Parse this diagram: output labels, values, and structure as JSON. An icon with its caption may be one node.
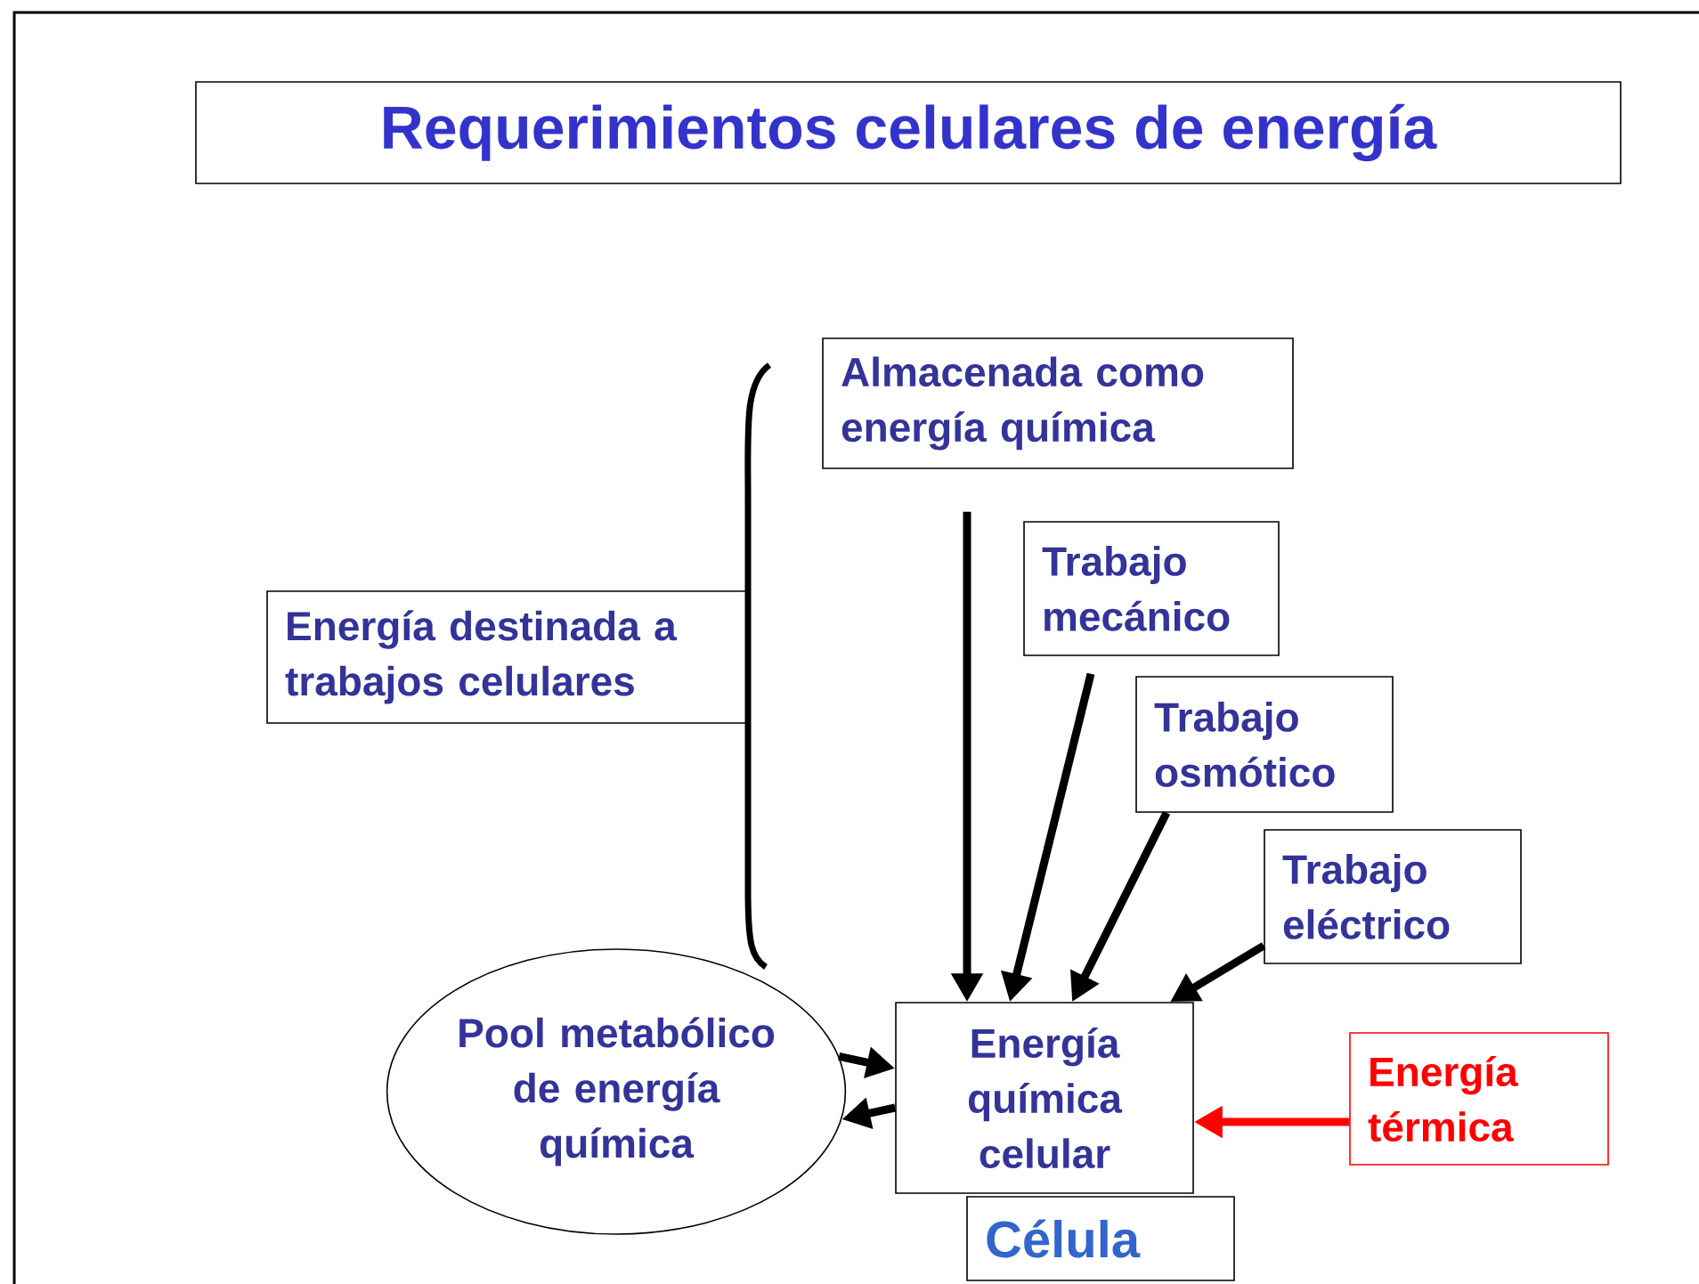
{
  "diagram": {
    "title": "Requerimientos celulares de energía",
    "nodes": [
      {
        "text": [
          "Energía destinada a trabajos celulares"
        ]
      },
      {
        "text": [
          "Almacenada como energía química"
        ]
      },
      {
        "text": [
          "Trabajo mecánico"
        ]
      },
      {
        "text": [
          "Trabajo osmótico"
        ]
      },
      {
        "text": [
          "Trabajo eléctrico"
        ]
      },
      {
        "text": [
          "Pool metabólico de energía química"
        ]
      },
      {
        "text": [
          "Energía química celular"
        ]
      },
      {
        "text": [
          "Energía térmica"
        ]
      },
      {
        "text": [
          "Célula"
        ]
      }
    ],
    "edges": [
      {
        "from": 1,
        "to": 6,
        "arrow": "to"
      },
      {
        "from": 2,
        "to": 6,
        "arrow": "to"
      },
      {
        "from": 3,
        "to": 6,
        "arrow": "to"
      },
      {
        "from": 4,
        "to": 6,
        "arrow": "to"
      },
      {
        "from": 5,
        "to": 6,
        "arrow": "to"
      },
      {
        "from": 6,
        "to": 5,
        "arrow": "to"
      },
      {
        "from": 7,
        "to": 6,
        "arrow": "to",
        "color": "#ff0000"
      }
    ]
  }
}
